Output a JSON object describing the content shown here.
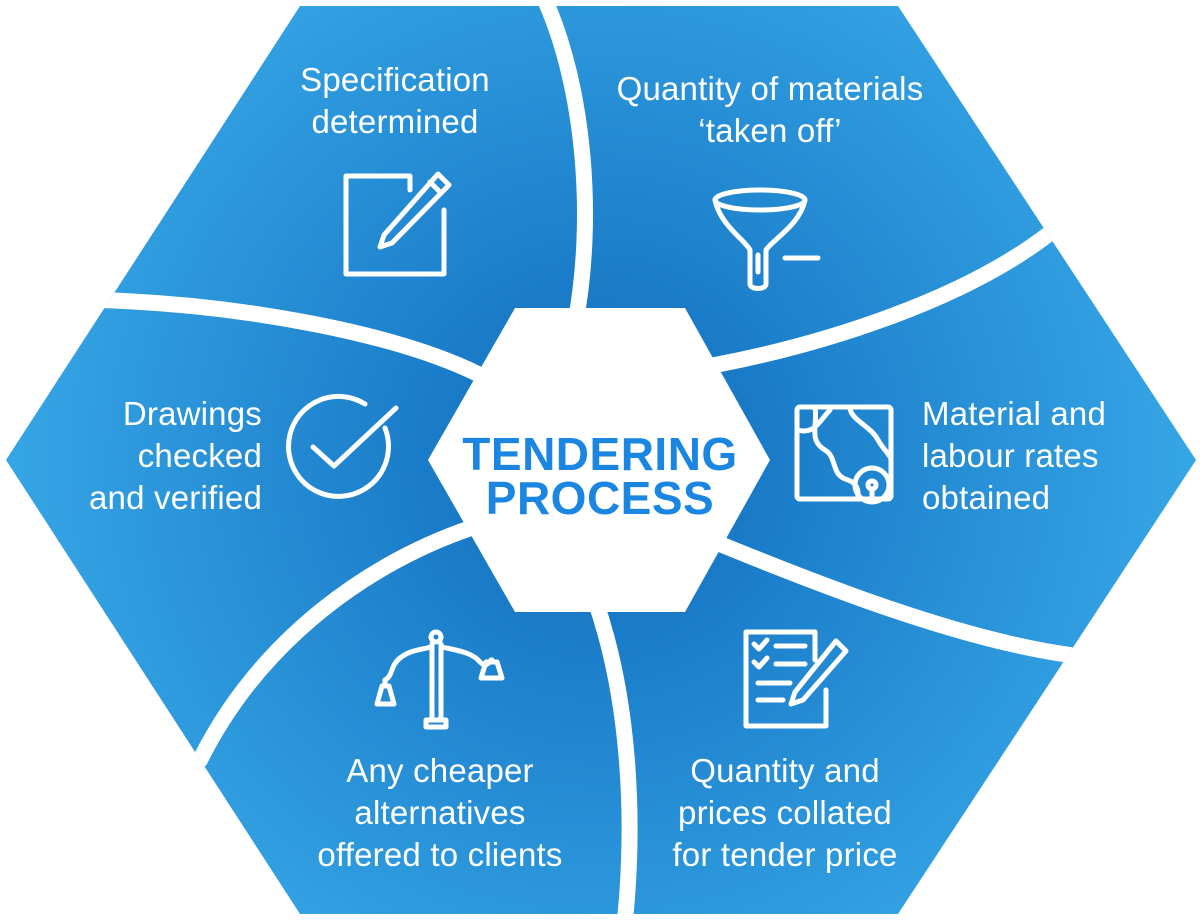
{
  "title": {
    "line1": "TENDERING",
    "line2": "PROCESS"
  },
  "colors": {
    "segment_light": "#36a6e6",
    "segment_dark": "#0f6bbd",
    "center_text": "#1a86e2",
    "separator": "#ffffff"
  },
  "segments": [
    {
      "id": "specification",
      "icon": "edit-square-icon",
      "lines": [
        "Specification",
        "determined"
      ]
    },
    {
      "id": "quantity-materials",
      "icon": "funnel-icon",
      "lines": [
        "Quantity of materials",
        "‘taken off’"
      ]
    },
    {
      "id": "rates",
      "icon": "map-with-wheel-icon",
      "lines": [
        "Material and",
        "labour rates",
        "obtained"
      ]
    },
    {
      "id": "collated",
      "icon": "checklist-with-pen-icon",
      "lines": [
        "Quantity and",
        "prices collated",
        "for tender price"
      ]
    },
    {
      "id": "alternatives",
      "icon": "balance-scale-icon",
      "lines": [
        "Any cheaper",
        "alternatives",
        "offered to clients"
      ]
    },
    {
      "id": "drawings",
      "icon": "check-circle-icon",
      "lines": [
        "Drawings",
        "checked",
        "and verified"
      ]
    }
  ]
}
